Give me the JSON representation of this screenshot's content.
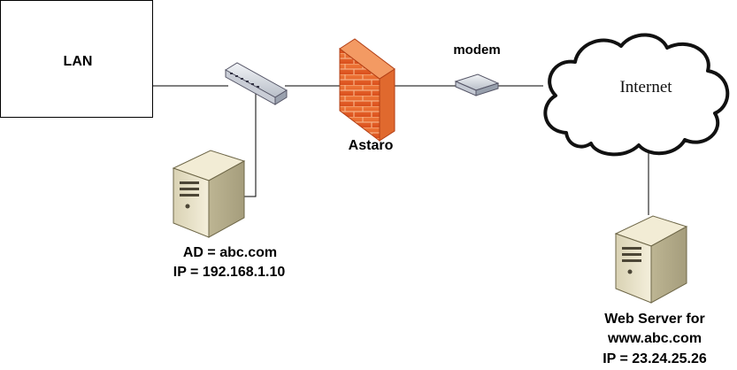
{
  "nodes": {
    "lan": {
      "label": "LAN"
    },
    "firewall": {
      "label": "Astaro"
    },
    "modem": {
      "label": "modem"
    },
    "internet": {
      "label": "Internet"
    },
    "ad_server": {
      "name": "AD = abc.com",
      "ip": "IP = 192.168.1.10"
    },
    "web_server": {
      "line1": "Web Server for",
      "line2": "www.abc.com",
      "line3": "IP = 23.24.25.26"
    }
  },
  "colors": {
    "line": "#000000",
    "firewall_brick": "#e8602a",
    "firewall_mortar": "#f3a070",
    "server_body": "#e9e2c8",
    "cloud_fill": "#ffffff"
  },
  "icons": {
    "lan": "lan-box",
    "switch": "network-switch-icon",
    "firewall": "firewall-brick-icon",
    "modem": "modem-icon",
    "internet": "cloud-icon",
    "server": "server-tower-icon"
  }
}
